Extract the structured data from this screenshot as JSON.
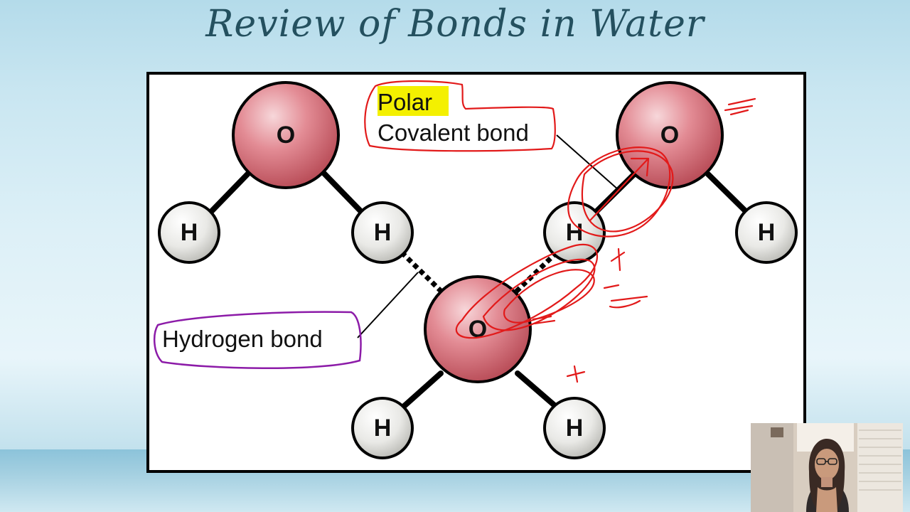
{
  "slide": {
    "title": "Review of Bonds in Water"
  },
  "diagram": {
    "atoms": {
      "oxygen": "O",
      "hydrogen": "H"
    },
    "callouts": {
      "polar": "Polar",
      "covalent_bond": "Covalent bond",
      "hydrogen_bond": "Hydrogen bond"
    },
    "colors": {
      "oxygen": "#d96a75",
      "hydrogen": "#e8e8e4",
      "highlight": "#f4f000",
      "red_ink": "#e21a1a",
      "purple_ink": "#8c1ba8"
    }
  }
}
